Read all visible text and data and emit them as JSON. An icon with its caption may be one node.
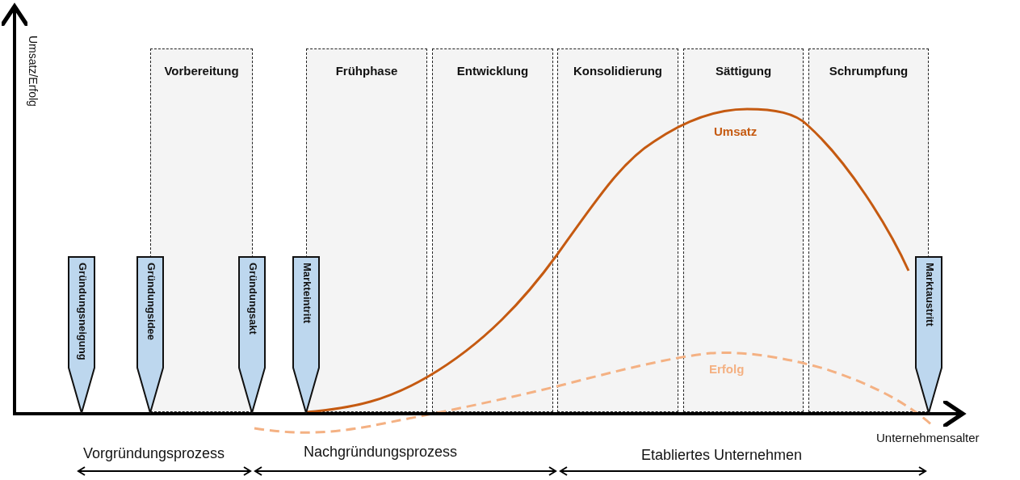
{
  "diagram": {
    "nodes": [
      {
        "text": [
          "Vorbereitung"
        ]
      },
      {
        "text": [
          "Frühphase"
        ]
      },
      {
        "text": [
          "Entwicklung"
        ]
      },
      {
        "text": [
          "Konsolidierung"
        ]
      },
      {
        "text": [
          "Sättigung"
        ]
      },
      {
        "text": [
          "Schrumpfung"
        ]
      },
      {
        "text": [
          "Gründungsneigung"
        ]
      },
      {
        "text": [
          "Gründungsidee"
        ]
      },
      {
        "text": [
          "Gründungsakt"
        ]
      },
      {
        "text": [
          "Markteintritt"
        ]
      },
      {
        "text": [
          "Marktaustritt"
        ]
      }
    ],
    "labels": [
      "Umsatz/Erfolg",
      "Umsatz",
      "Erfolg",
      "Unternehmensalter",
      "Vorgründungsprozess",
      "Nachgründungsprozess",
      "Etabliertes Unternehmen"
    ]
  }
}
